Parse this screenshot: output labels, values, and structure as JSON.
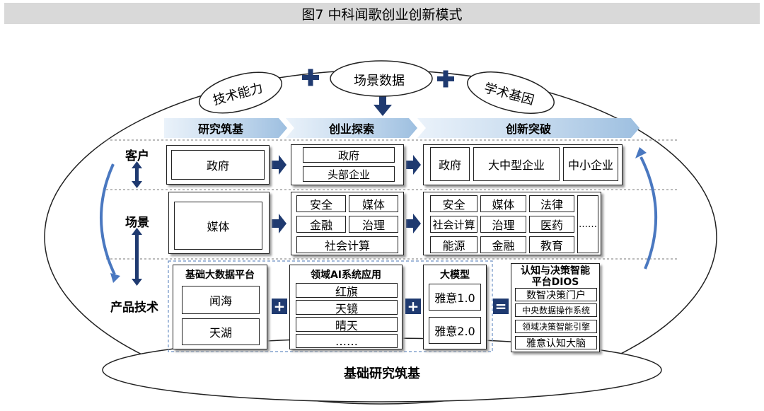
{
  "title": "图7  中科闻歌创业创新模式",
  "top": {
    "genes": [
      "技术能力",
      "场景数据",
      "学术基因"
    ],
    "plus": "+"
  },
  "stages": [
    "研究筑基",
    "创业探索",
    "创新突破"
  ],
  "rows": {
    "customer": "客户",
    "scene": "场景",
    "product": "产品技术"
  },
  "col1": {
    "customer": "政府",
    "scene": "媒体",
    "product_title": "基础大数据平台",
    "products": [
      "闻海",
      "天湖"
    ]
  },
  "col2": {
    "customers": [
      "政府",
      "头部企业"
    ],
    "scenes": [
      "安全",
      "媒体",
      "金融",
      "治理",
      "社会计算"
    ],
    "product_title": "领域AI系统应用",
    "products": [
      "红旗",
      "天镜",
      "晴天",
      "……"
    ]
  },
  "col3": {
    "customers": [
      "政府",
      "大中型企业",
      "中小企业"
    ],
    "scenes": [
      "安全",
      "媒体",
      "法律",
      "社会计算",
      "治理",
      "医药",
      "能源",
      "金融",
      "教育",
      "……"
    ],
    "model_title": "大模型",
    "models": [
      "雅意1.0",
      "雅意2.0"
    ],
    "dios_title_line1": "认知与决策智能",
    "dios_title_line2": "平台DIOS",
    "dios_items": [
      "数智决策门户",
      "中央数据操作系统",
      "领域决策智能引擎",
      "雅意认知大脑"
    ]
  },
  "operators": {
    "plus": "+",
    "equals": "="
  },
  "base": "基础研究筑基",
  "colors": {
    "arrow": "#1f3a70",
    "stage_bar": "#c6d9ee",
    "curve": "#4a78c0",
    "title_bg": "#d9d9d9"
  }
}
